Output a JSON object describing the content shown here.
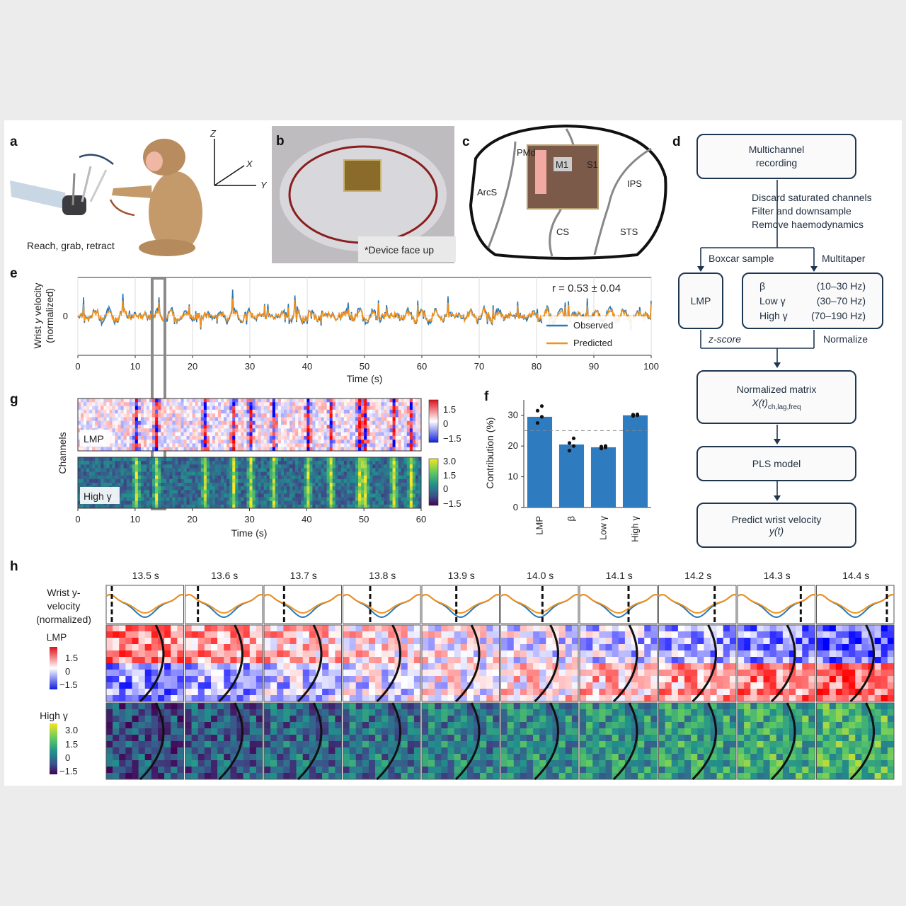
{
  "panels": {
    "a": {
      "letter": "a",
      "caption": "Reach, grab, retract",
      "axes": {
        "z": "Z",
        "x": "X",
        "y": "Y"
      }
    },
    "b": {
      "letter": "b",
      "caption": "*Device face up"
    },
    "c": {
      "letter": "c",
      "regions": [
        "PMd",
        "M1",
        "S1",
        "ArcS",
        "IPS",
        "CS",
        "STS"
      ]
    },
    "d": {
      "letter": "d",
      "step1": "Multichannel recording",
      "steps_pre": [
        "Discard saturated channels",
        "Filter and downsample",
        "Remove haemodynamics"
      ],
      "branch_left": "Boxcar sample",
      "branch_right": "Multitaper",
      "lmp_box": "LMP",
      "freq_rows": [
        {
          "name": "β",
          "range": "(10–30 Hz)"
        },
        {
          "name": "Low γ",
          "range": "(30–70 Hz)"
        },
        {
          "name": "High γ",
          "range": "(70–190 Hz)"
        }
      ],
      "zscore": "z-score",
      "normalize": "Normalize",
      "matrix_title": "Normalized matrix",
      "matrix_expr": "X(t)",
      "matrix_sub": "ch,lag,freq",
      "pls": "PLS model",
      "predict_line1": "Predict wrist velocity",
      "predict_line2": "y(t)"
    },
    "e": {
      "letter": "e",
      "r_text": "r = 0.53 ± 0.04"
    },
    "g": {
      "letter": "g",
      "ylabel": "Channels",
      "lmp_label": "LMP",
      "hg_label": "High γ"
    },
    "f": {
      "letter": "f"
    },
    "h": {
      "letter": "h",
      "row1_label": [
        "Wrist y-",
        "velocity",
        "(normalized)"
      ],
      "lmp_label": "LMP",
      "hg_label": "High γ",
      "lmp_ticks": [
        "1.5",
        "0",
        "−1.5"
      ],
      "hg_ticks": [
        "3.0",
        "1.5",
        "0",
        "−1.5"
      ],
      "times": [
        "13.5 s",
        "13.6 s",
        "13.7 s",
        "13.8 s",
        "13.9 s",
        "14.0 s",
        "14.1 s",
        "14.2 s",
        "14.3 s",
        "14.4 s"
      ]
    }
  },
  "chart_data": [
    {
      "id": "e",
      "type": "line",
      "xlabel": "Time (s)",
      "ylabel": "Wrist y velocity (normalized)",
      "xlim": [
        0,
        100
      ],
      "xticks": [
        0,
        10,
        20,
        30,
        40,
        50,
        60,
        70,
        80,
        90,
        100
      ],
      "yticks": [
        0
      ],
      "series": [
        {
          "name": "Observed",
          "color": "#2a78b6"
        },
        {
          "name": "Predicted",
          "color": "#f39019"
        }
      ],
      "legend": "bottom-right",
      "grid": true
    },
    {
      "id": "g",
      "type": "heatmap",
      "xlabel": "Time (s)",
      "xticks": [
        0,
        10,
        20,
        30,
        40,
        50,
        60
      ],
      "xlim": [
        0,
        60
      ],
      "colorbars": [
        {
          "row": "LMP",
          "ticks": [
            "1.5",
            "0",
            "−1.5"
          ],
          "cmap": "bwr"
        },
        {
          "row": "High γ",
          "ticks": [
            "3.0",
            "1.5",
            "0",
            "−1.5"
          ],
          "cmap": "viridis"
        }
      ]
    },
    {
      "id": "f",
      "type": "bar",
      "ylabel": "Contribution (%)",
      "categories": [
        "LMP",
        "β",
        "Low γ",
        "High γ"
      ],
      "values": [
        29.5,
        20.5,
        19.6,
        30.0
      ],
      "points": [
        [
          27.5,
          29.5,
          31.5,
          33.0
        ],
        [
          18.5,
          20.0,
          21.0,
          22.5
        ],
        [
          19.2,
          19.6,
          19.8,
          20.0
        ],
        [
          29.8,
          30.0,
          30.2,
          30.3
        ]
      ],
      "reference": 25,
      "ylim": [
        0,
        35
      ],
      "yticks": [
        0,
        10,
        20,
        30
      ],
      "color": "#2f7bbf"
    }
  ]
}
